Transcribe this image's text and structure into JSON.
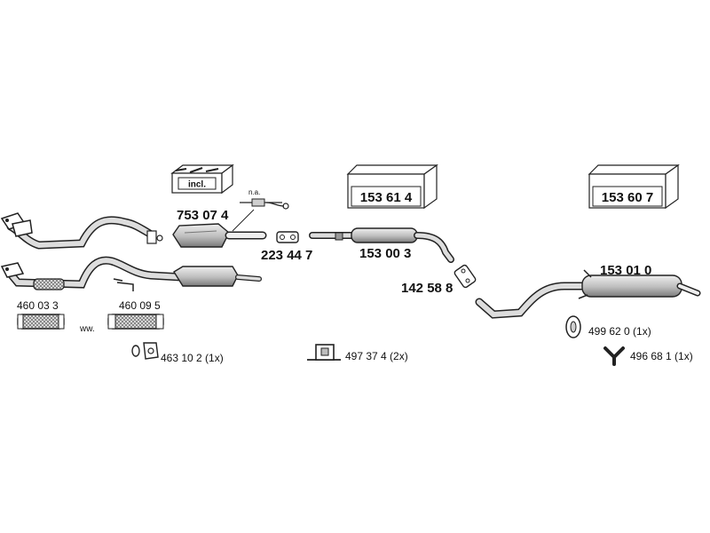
{
  "boxes": {
    "incl": "incl.",
    "box_153614": "153 61 4",
    "box_153607": "153 60 7"
  },
  "labels": {
    "na": "n.a.",
    "p753074": "753 07 4",
    "p223447": "223 44 7",
    "p153003": "153 00 3",
    "p142588": "142 58 8",
    "p153010": "153 01 0",
    "p460033": "460 03 3",
    "ww": "ww.",
    "p460095": "460 09 5",
    "p463102": "463 10 2 (1x)",
    "p497374": "497 37 4 (2x)",
    "p499620": "499 62 0  (1x)",
    "p496681": "496 68 1 (1x)"
  },
  "colors": {
    "line": "#222222",
    "part_fill": "#d4d4d4",
    "part_dark": "#9a9a9a",
    "background": "#ffffff"
  }
}
